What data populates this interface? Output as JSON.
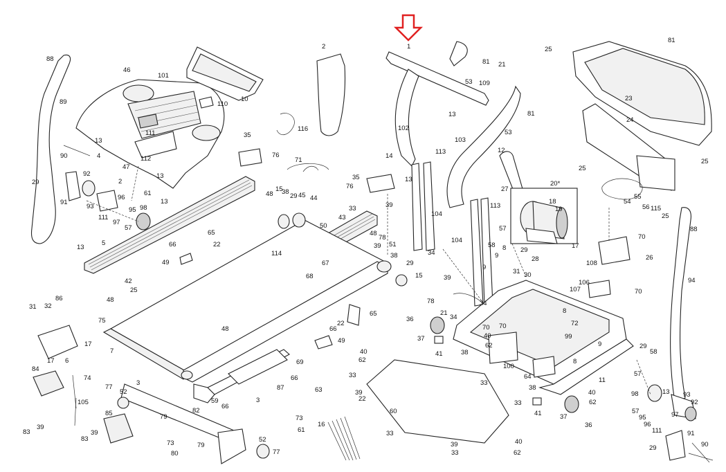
{
  "diagram": {
    "arrow_color": "#e02020",
    "callouts": [
      {
        "id": "c1",
        "text": "1"
      },
      {
        "id": "c2",
        "text": "2"
      },
      {
        "id": "c88a",
        "text": "88"
      },
      {
        "id": "c46",
        "text": "46"
      },
      {
        "id": "c101",
        "text": "101"
      },
      {
        "id": "c10",
        "text": "10"
      },
      {
        "id": "c110",
        "text": "110"
      },
      {
        "id": "c89",
        "text": "89"
      },
      {
        "id": "c13a",
        "text": "13"
      },
      {
        "id": "c111a",
        "text": "111"
      },
      {
        "id": "c4",
        "text": "4"
      },
      {
        "id": "c112",
        "text": "112"
      },
      {
        "id": "c47",
        "text": "47"
      },
      {
        "id": "c13b",
        "text": "13"
      },
      {
        "id": "c90a",
        "text": "90"
      },
      {
        "id": "c116",
        "text": "116"
      },
      {
        "id": "c35a",
        "text": "35"
      },
      {
        "id": "c76a",
        "text": "76"
      },
      {
        "id": "c71",
        "text": "71"
      },
      {
        "id": "c29a",
        "text": "29"
      },
      {
        "id": "c92a",
        "text": "92"
      },
      {
        "id": "c2b",
        "text": "2"
      },
      {
        "id": "c61a",
        "text": "61"
      },
      {
        "id": "c13c",
        "text": "13"
      },
      {
        "id": "c91a",
        "text": "91"
      },
      {
        "id": "c93a",
        "text": "93"
      },
      {
        "id": "c96a",
        "text": "96"
      },
      {
        "id": "c95a",
        "text": "95"
      },
      {
        "id": "c98a",
        "text": "98"
      },
      {
        "id": "c111b",
        "text": "111"
      },
      {
        "id": "c97a",
        "text": "97"
      },
      {
        "id": "c57a",
        "text": "57"
      },
      {
        "id": "c13d",
        "text": "13"
      },
      {
        "id": "c5",
        "text": "5"
      },
      {
        "id": "c66a",
        "text": "66"
      },
      {
        "id": "c65a",
        "text": "65"
      },
      {
        "id": "c22a",
        "text": "22"
      },
      {
        "id": "c49a",
        "text": "49"
      },
      {
        "id": "c42",
        "text": "42"
      },
      {
        "id": "c25a",
        "text": "25"
      },
      {
        "id": "c48a",
        "text": "48"
      },
      {
        "id": "c15a",
        "text": "15"
      },
      {
        "id": "c38a",
        "text": "38"
      },
      {
        "id": "c29b",
        "text": "29"
      },
      {
        "id": "c45",
        "text": "45"
      },
      {
        "id": "c44",
        "text": "44"
      },
      {
        "id": "c33a",
        "text": "33"
      },
      {
        "id": "c43",
        "text": "43"
      },
      {
        "id": "c50",
        "text": "50"
      },
      {
        "id": "c114",
        "text": "114"
      },
      {
        "id": "c67",
        "text": "67"
      },
      {
        "id": "c68",
        "text": "68"
      },
      {
        "id": "c31a",
        "text": "31"
      },
      {
        "id": "c32",
        "text": "32"
      },
      {
        "id": "c86",
        "text": "86"
      },
      {
        "id": "c75",
        "text": "75"
      },
      {
        "id": "c7",
        "text": "7"
      },
      {
        "id": "c48b",
        "text": "48"
      },
      {
        "id": "c17a",
        "text": "17"
      },
      {
        "id": "c17b",
        "text": "17"
      },
      {
        "id": "c6",
        "text": "6"
      },
      {
        "id": "c84",
        "text": "84"
      },
      {
        "id": "c74",
        "text": "74"
      },
      {
        "id": "c105",
        "text": "105"
      },
      {
        "id": "c77a",
        "text": "77"
      },
      {
        "id": "c52a",
        "text": "52"
      },
      {
        "id": "c3a",
        "text": "3"
      },
      {
        "id": "c83a",
        "text": "83"
      },
      {
        "id": "c39a",
        "text": "39"
      },
      {
        "id": "c85",
        "text": "85"
      },
      {
        "id": "c79a",
        "text": "79"
      },
      {
        "id": "c82",
        "text": "82"
      },
      {
        "id": "c83b",
        "text": "83"
      },
      {
        "id": "c39b",
        "text": "39"
      },
      {
        "id": "c73a",
        "text": "73"
      },
      {
        "id": "c80",
        "text": "80"
      },
      {
        "id": "c79b",
        "text": "79"
      },
      {
        "id": "c52b",
        "text": "52"
      },
      {
        "id": "c77b",
        "text": "77"
      },
      {
        "id": "c48c",
        "text": "48"
      },
      {
        "id": "c66b",
        "text": "66"
      },
      {
        "id": "c49b",
        "text": "49"
      },
      {
        "id": "c69",
        "text": "69"
      },
      {
        "id": "c66c",
        "text": "66"
      },
      {
        "id": "c87",
        "text": "87"
      },
      {
        "id": "c59",
        "text": "59"
      },
      {
        "id": "c66d",
        "text": "66"
      },
      {
        "id": "c3b",
        "text": "3"
      },
      {
        "id": "c63",
        "text": "63"
      },
      {
        "id": "c73b",
        "text": "73"
      },
      {
        "id": "c61b",
        "text": "61"
      },
      {
        "id": "c16",
        "text": "16"
      },
      {
        "id": "c65b",
        "text": "65"
      },
      {
        "id": "c22b",
        "text": "22"
      },
      {
        "id": "c14",
        "text": "14"
      },
      {
        "id": "c35b",
        "text": "35"
      },
      {
        "id": "c76b",
        "text": "76"
      },
      {
        "id": "c13e",
        "text": "13"
      },
      {
        "id": "c39c",
        "text": "39"
      },
      {
        "id": "c78a",
        "text": "78"
      },
      {
        "id": "c48d",
        "text": "48"
      },
      {
        "id": "c39d",
        "text": "39"
      },
      {
        "id": "c51",
        "text": "51"
      },
      {
        "id": "c38b",
        "text": "38"
      },
      {
        "id": "c29c",
        "text": "29"
      },
      {
        "id": "c15b",
        "text": "15"
      },
      {
        "id": "c104a",
        "text": "104"
      },
      {
        "id": "c104b",
        "text": "104"
      },
      {
        "id": "c34a",
        "text": "34"
      },
      {
        "id": "c113a",
        "text": "113"
      },
      {
        "id": "c102",
        "text": "102"
      },
      {
        "id": "c13f",
        "text": "13"
      },
      {
        "id": "c53a",
        "text": "53"
      },
      {
        "id": "c81a",
        "text": "81"
      },
      {
        "id": "c21a",
        "text": "21"
      },
      {
        "id": "c109",
        "text": "109"
      },
      {
        "id": "c103",
        "text": "103"
      },
      {
        "id": "c53b",
        "text": "53"
      },
      {
        "id": "c81b",
        "text": "81"
      },
      {
        "id": "c12",
        "text": "12"
      },
      {
        "id": "c27",
        "text": "27"
      },
      {
        "id": "c20",
        "text": "20*"
      },
      {
        "id": "c18",
        "text": "18"
      },
      {
        "id": "c19",
        "text": "19"
      },
      {
        "id": "c113b",
        "text": "113"
      },
      {
        "id": "c57b",
        "text": "57"
      },
      {
        "id": "c58a",
        "text": "58"
      },
      {
        "id": "c8a",
        "text": "8"
      },
      {
        "id": "c29d",
        "text": "29"
      },
      {
        "id": "c17c",
        "text": "17"
      },
      {
        "id": "c9a",
        "text": "9"
      },
      {
        "id": "c31b",
        "text": "31"
      },
      {
        "id": "c30",
        "text": "30"
      },
      {
        "id": "c28",
        "text": "28"
      },
      {
        "id": "c39e",
        "text": "39"
      },
      {
        "id": "c78b",
        "text": "78"
      },
      {
        "id": "c21b",
        "text": "21"
      },
      {
        "id": "c34b",
        "text": "34"
      },
      {
        "id": "c34c",
        "text": "34"
      },
      {
        "id": "c9b",
        "text": "9"
      },
      {
        "id": "c36a",
        "text": "36"
      },
      {
        "id": "c37a",
        "text": "37"
      },
      {
        "id": "c41a",
        "text": "41"
      },
      {
        "id": "c70a",
        "text": "70"
      },
      {
        "id": "c40a",
        "text": "40"
      },
      {
        "id": "c62a",
        "text": "62"
      },
      {
        "id": "c38c",
        "text": "38"
      },
      {
        "id": "c100",
        "text": "100"
      },
      {
        "id": "c72",
        "text": "72"
      },
      {
        "id": "c99",
        "text": "99"
      },
      {
        "id": "c8b",
        "text": "8"
      },
      {
        "id": "c9c",
        "text": "9"
      },
      {
        "id": "c107",
        "text": "107"
      },
      {
        "id": "c106",
        "text": "106"
      },
      {
        "id": "c108",
        "text": "108"
      },
      {
        "id": "c70b",
        "text": "70"
      },
      {
        "id": "c70c",
        "text": "70"
      },
      {
        "id": "c26",
        "text": "26"
      },
      {
        "id": "c70d",
        "text": "70"
      },
      {
        "id": "c11",
        "text": "11"
      },
      {
        "id": "c64",
        "text": "64"
      },
      {
        "id": "c8c",
        "text": "8"
      },
      {
        "id": "c38d",
        "text": "38"
      },
      {
        "id": "c41b",
        "text": "41"
      },
      {
        "id": "c40b",
        "text": "40"
      },
      {
        "id": "c62b",
        "text": "62"
      },
      {
        "id": "c37b",
        "text": "37"
      },
      {
        "id": "c36b",
        "text": "36"
      },
      {
        "id": "c40c",
        "text": "40"
      },
      {
        "id": "c62c",
        "text": "62"
      },
      {
        "id": "c33b",
        "text": "33"
      },
      {
        "id": "c39f",
        "text": "39"
      },
      {
        "id": "c22c",
        "text": "22"
      },
      {
        "id": "c60",
        "text": "60"
      },
      {
        "id": "c33c",
        "text": "33"
      },
      {
        "id": "c33d",
        "text": "33"
      },
      {
        "id": "c33e",
        "text": "33"
      },
      {
        "id": "c39g",
        "text": "39"
      },
      {
        "id": "c40d",
        "text": "40"
      },
      {
        "id": "c33f",
        "text": "33"
      },
      {
        "id": "c62d",
        "text": "62"
      },
      {
        "id": "c29e",
        "text": "29"
      },
      {
        "id": "c58b",
        "text": "58"
      },
      {
        "id": "c57c",
        "text": "57"
      },
      {
        "id": "c25b",
        "text": "25"
      },
      {
        "id": "c81c",
        "text": "81"
      },
      {
        "id": "c23",
        "text": "23"
      },
      {
        "id": "c24",
        "text": "24"
      },
      {
        "id": "c25c",
        "text": "25"
      },
      {
        "id": "c25d",
        "text": "25"
      },
      {
        "id": "c54",
        "text": "54"
      },
      {
        "id": "c55",
        "text": "55"
      },
      {
        "id": "c56",
        "text": "56"
      },
      {
        "id": "c115",
        "text": "115"
      },
      {
        "id": "c25e",
        "text": "25"
      },
      {
        "id": "c88b",
        "text": "88"
      },
      {
        "id": "c94",
        "text": "94"
      },
      {
        "id": "c98b",
        "text": "98"
      },
      {
        "id": "c13g",
        "text": "13"
      },
      {
        "id": "c93b",
        "text": "93"
      },
      {
        "id": "c92b",
        "text": "92"
      },
      {
        "id": "c57d",
        "text": "57"
      },
      {
        "id": "c95b",
        "text": "95"
      },
      {
        "id": "c96b",
        "text": "96"
      },
      {
        "id": "c97b",
        "text": "97"
      },
      {
        "id": "c111c",
        "text": "111"
      },
      {
        "id": "c91b",
        "text": "91"
      },
      {
        "id": "c90b",
        "text": "90"
      },
      {
        "id": "c29f",
        "text": "29"
      }
    ]
  }
}
